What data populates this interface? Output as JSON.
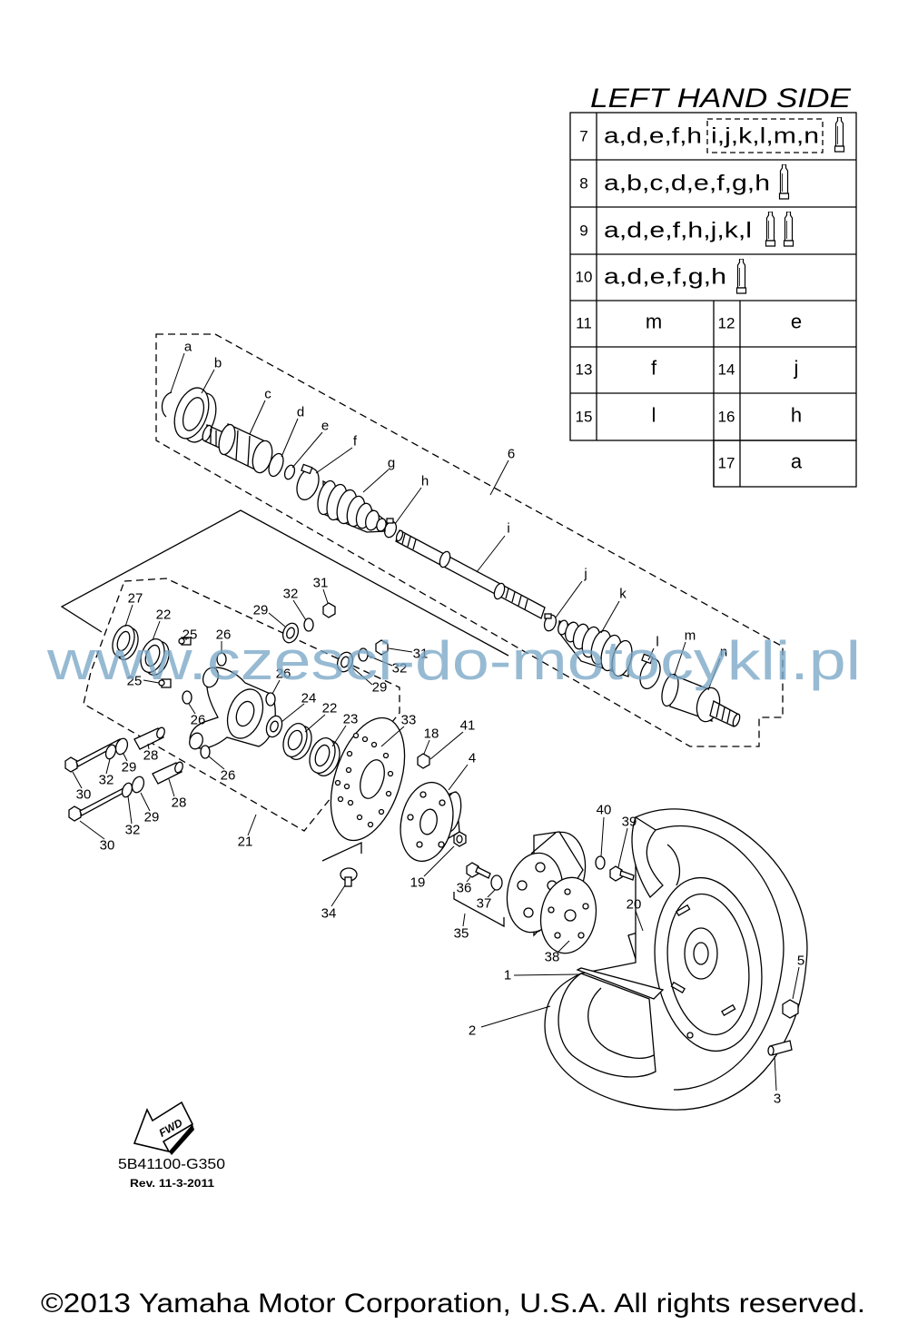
{
  "title": "LEFT HAND SIDE",
  "table": {
    "kit_rows": [
      {
        "number": "7",
        "parts": "a,d,e,f,h",
        "boxed_parts": "i,j,k,l,m,n",
        "grease_tubes": 1
      },
      {
        "number": "8",
        "parts": "a,b,c,d,e,f,g,h",
        "grease_tubes": 1
      },
      {
        "number": "9",
        "parts": "a,d,e,f,h,j,k,l",
        "grease_tubes": 2
      },
      {
        "number": "10",
        "parts": "a,d,e,f,g,h",
        "grease_tubes": 1
      }
    ],
    "single_rows": [
      {
        "number": "11",
        "part": "m",
        "number2": "12",
        "part2": "e"
      },
      {
        "number": "13",
        "part": "f",
        "number2": "14",
        "part2": "j"
      },
      {
        "number": "15",
        "part": "l",
        "number2": "16",
        "part2": "h"
      },
      {
        "number2": "17",
        "part2": "a"
      }
    ]
  },
  "callouts": [
    "a",
    "b",
    "c",
    "d",
    "e",
    "f",
    "g",
    "h",
    "6",
    "i",
    "j",
    "k",
    "l",
    "m",
    "n",
    "27",
    "22",
    "25",
    "26",
    "29",
    "32",
    "31",
    "25",
    "26",
    "31",
    "32",
    "29",
    "26",
    "24",
    "22",
    "23",
    "28",
    "29",
    "32",
    "30",
    "26",
    "28",
    "29",
    "32",
    "30",
    "21",
    "33",
    "18",
    "41",
    "4",
    "34",
    "19",
    "36",
    "37",
    "35",
    "40",
    "39",
    "20",
    "38",
    "1",
    "2",
    "5",
    "3"
  ],
  "watermark": "www.czesci-do-motocykli.pl",
  "fwd_label": "FWD",
  "part_code": "5B41100-G350",
  "revision": "Rev. 11-3-2011",
  "copyright": "©2013 Yamaha Motor Corporation, U.S.A. All rights reserved.",
  "icons": {
    "grease": "grease-tube-icon",
    "forward": "fwd-arrow-icon"
  },
  "colors": {
    "line": "#000000",
    "watermark": "#7ba7c7",
    "background": "#ffffff"
  }
}
